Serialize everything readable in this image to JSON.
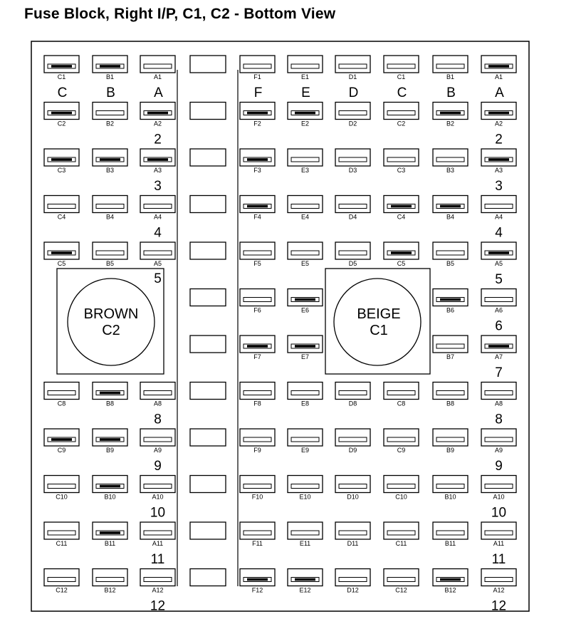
{
  "title": "Fuse Block, Right I/P, C1, C2 - Bottom View",
  "connectors": {
    "c2": {
      "name": "BROWN",
      "id": "C2"
    },
    "c1": {
      "name": "BEIGE",
      "id": "C1"
    }
  },
  "c2_column_letters": [
    "C",
    "B",
    "A"
  ],
  "c1_column_letters": [
    "F",
    "E",
    "D",
    "C",
    "B",
    "A"
  ],
  "row_labels": [
    "2",
    "3",
    "4",
    "5",
    "6",
    "7",
    "8",
    "9",
    "10",
    "11",
    "12"
  ],
  "c2_cavities": [
    {
      "row": 1,
      "labels": [
        "C1",
        "B1",
        "A1"
      ],
      "filled": [
        true,
        true,
        false
      ]
    },
    {
      "row": 2,
      "labels": [
        "C2",
        "B2",
        "A2"
      ],
      "filled": [
        true,
        false,
        true
      ]
    },
    {
      "row": 3,
      "labels": [
        "C3",
        "B3",
        "A3"
      ],
      "filled": [
        true,
        true,
        true
      ]
    },
    {
      "row": 4,
      "labels": [
        "C4",
        "B4",
        "A4"
      ],
      "filled": [
        false,
        false,
        false
      ]
    },
    {
      "row": 5,
      "labels": [
        "C5",
        "B5",
        "A5"
      ],
      "filled": [
        true,
        false,
        false
      ]
    },
    {
      "row": 8,
      "labels": [
        "C8",
        "B8",
        "A8"
      ],
      "filled": [
        false,
        true,
        false
      ]
    },
    {
      "row": 9,
      "labels": [
        "C9",
        "B9",
        "A9"
      ],
      "filled": [
        true,
        true,
        false
      ]
    },
    {
      "row": 10,
      "labels": [
        "C10",
        "B10",
        "A10"
      ],
      "filled": [
        false,
        true,
        false
      ]
    },
    {
      "row": 11,
      "labels": [
        "C11",
        "B11",
        "A11"
      ],
      "filled": [
        false,
        true,
        false
      ]
    },
    {
      "row": 12,
      "labels": [
        "C12",
        "B12",
        "A12"
      ],
      "filled": [
        false,
        false,
        false
      ]
    }
  ],
  "c1_cavities": [
    {
      "row": 1,
      "labels": [
        "F1",
        "E1",
        "D1",
        "C1",
        "B1",
        "A1"
      ],
      "filled": [
        false,
        false,
        false,
        false,
        false,
        true
      ]
    },
    {
      "row": 2,
      "labels": [
        "F2",
        "E2",
        "D2",
        "C2",
        "B2",
        "A2"
      ],
      "filled": [
        true,
        true,
        false,
        false,
        true,
        true
      ]
    },
    {
      "row": 3,
      "labels": [
        "F3",
        "E3",
        "D3",
        "C3",
        "B3",
        "A3"
      ],
      "filled": [
        true,
        false,
        false,
        false,
        false,
        true
      ]
    },
    {
      "row": 4,
      "labels": [
        "F4",
        "E4",
        "D4",
        "C4",
        "B4",
        "A4"
      ],
      "filled": [
        true,
        false,
        false,
        true,
        true,
        false
      ]
    },
    {
      "row": 5,
      "labels": [
        "F5",
        "E5",
        "D5",
        "C5",
        "B5",
        "A5"
      ],
      "filled": [
        false,
        false,
        false,
        true,
        false,
        true
      ]
    },
    {
      "row": 6,
      "labels": [
        "F6",
        "E6",
        "",
        "",
        "B6",
        "A6"
      ],
      "filled": [
        false,
        true,
        false,
        false,
        true,
        false
      ]
    },
    {
      "row": 7,
      "labels": [
        "F7",
        "E7",
        "",
        "",
        "B7",
        "A7"
      ],
      "filled": [
        true,
        true,
        false,
        false,
        false,
        true
      ]
    },
    {
      "row": 8,
      "labels": [
        "F8",
        "E8",
        "D8",
        "C8",
        "B8",
        "A8"
      ],
      "filled": [
        false,
        false,
        false,
        false,
        false,
        false
      ]
    },
    {
      "row": 9,
      "labels": [
        "F9",
        "E9",
        "D9",
        "C9",
        "B9",
        "A9"
      ],
      "filled": [
        false,
        false,
        false,
        false,
        false,
        false
      ]
    },
    {
      "row": 10,
      "labels": [
        "F10",
        "E10",
        "D10",
        "C10",
        "B10",
        "A10"
      ],
      "filled": [
        false,
        false,
        false,
        false,
        false,
        false
      ]
    },
    {
      "row": 11,
      "labels": [
        "F11",
        "E11",
        "D11",
        "C11",
        "B11",
        "A11"
      ],
      "filled": [
        false,
        false,
        false,
        false,
        false,
        false
      ]
    },
    {
      "row": 12,
      "labels": [
        "F12",
        "E12",
        "D12",
        "C12",
        "B12",
        "A12"
      ],
      "filled": [
        true,
        true,
        false,
        false,
        true,
        false
      ]
    }
  ]
}
